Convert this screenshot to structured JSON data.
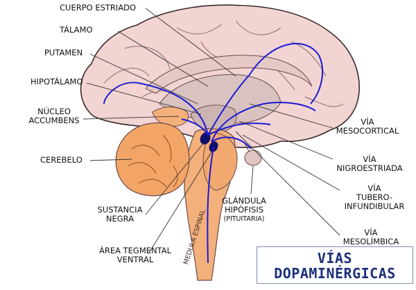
{
  "labels": {
    "cuerpo_estriado": "CUERPO ESTRIADO",
    "talamo": "TÁLAMO",
    "putamen": "PUTAMEN",
    "hipotalamo": "HIPOTÁLAMO",
    "nucleo_accumbens_1": "NÚCLEO",
    "nucleo_accumbens_2": "ACCUMBENS",
    "cerebelo": "CEREBELO",
    "sustancia_negra_1": "SUSTANCIA",
    "sustancia_negra_2": "NEGRA",
    "area_tegmental_1": "ÁREA TEGMENTAL",
    "area_tegmental_2": "VENTRAL",
    "glandula_1": "GLÁNDULA",
    "glandula_2": "HIPÓFISIS",
    "glandula_3": "(PITUITARIA)",
    "medula": "MEDULA ESPINAL",
    "via_mesocortical_1": "VÍA",
    "via_mesocortical_2": "MESOCORTICAL",
    "via_nigro_1": "VÍA",
    "via_nigro_2": "NIGROESTRIADA",
    "via_tubero_1": "VÍA",
    "via_tubero_2": "TUBERO-",
    "via_tubero_3": "INFUNDIBULAR",
    "via_meso_1": "VÍA",
    "via_meso_2": "MESOLÍMBICA"
  },
  "title": {
    "line1": "VÍAS",
    "line2": "DOPAMINÉRGICAS"
  },
  "colors": {
    "brain": "#f2d4d3",
    "brain_outline": "#3a2a2a",
    "inner": "#d9c3c0",
    "orange": "#f4b07a",
    "cerebellum": "#f3a567",
    "pathway": "#1a1ad4",
    "title": "#1c2f7a"
  }
}
